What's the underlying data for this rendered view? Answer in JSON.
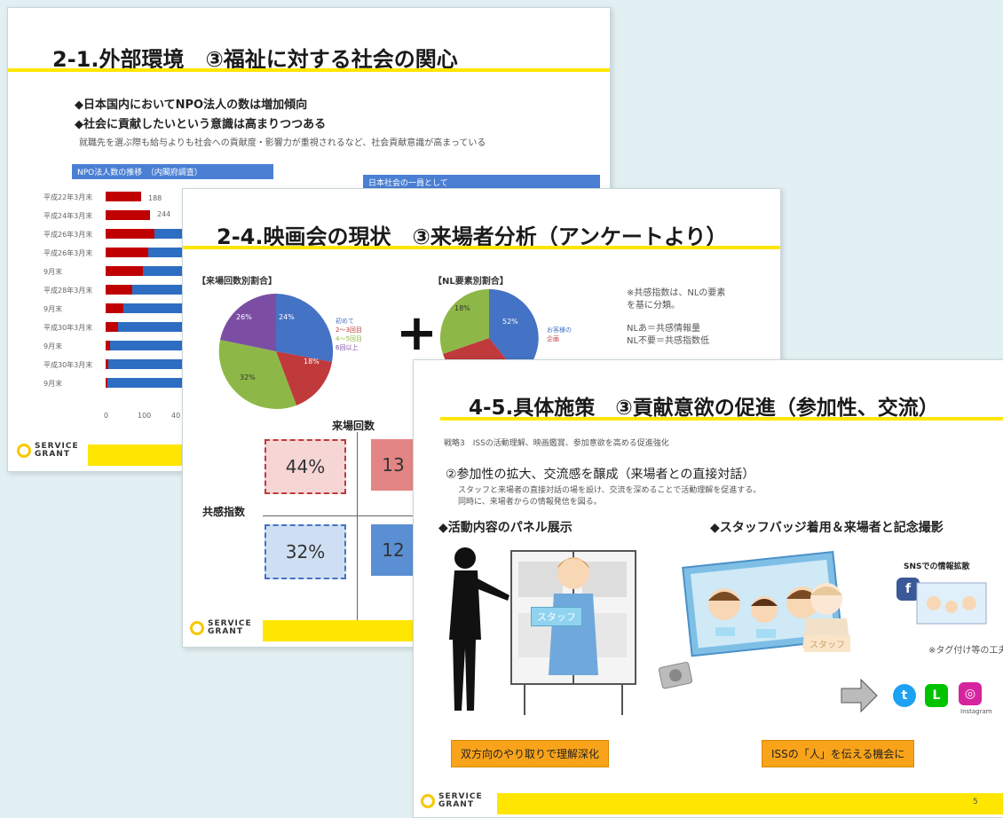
{
  "slide1": {
    "title": "2-1.外部環境　③福祉に対する社会の関心",
    "bullets": [
      "◆日本国内においてNPO法人の数は増加傾向",
      "◆社会に貢献したいという意識は高まりつつある"
    ],
    "note": "就職先を選ぶ際も給与よりも社会への貢献度・影響力が重視されるなど、社会貢献意識が高まっている",
    "chart_header": "NPO法人数の推移　（内閣府調査）",
    "right_header": "日本社会の一員として",
    "bar_labels": [
      "188",
      "244"
    ],
    "axis_ticks": [
      "0",
      "100",
      "40"
    ],
    "row_labels": [
      "平成22年3月末",
      "平成24年3月末",
      "平成26年3月末",
      "平成26年3月末",
      "9月末",
      "平成28年3月末",
      "9月末",
      "平成30年3月末",
      "9月末",
      "平成30年3月末",
      "9月末"
    ],
    "logo": "SERVICE\nGRANT"
  },
  "slide2": {
    "title": "2-4.映画会の現状　③来場者分析（アンケートより）",
    "pie1_label": "【来場回数別割合】",
    "pie2_label": "【NL要素別割合】",
    "pie1_values": [
      "24%",
      "18%",
      "32%",
      "26%"
    ],
    "pie2_values": [
      "52%",
      "18%"
    ],
    "legend1": [
      "初めて",
      "2〜3回目",
      "4〜5回目",
      "6回以上"
    ],
    "legend2": [
      "お客様の",
      "企画"
    ],
    "plus": "+",
    "notes": [
      "※共感指数は、NLの要素",
      "を基に分類。",
      "NLあ＝共感情報量",
      "NL不要＝共感指数低"
    ],
    "axis_v": "来場回数",
    "axis_h": "共感指数",
    "quads": [
      "44%",
      "13",
      "32%",
      "12"
    ],
    "logo": "SERVICE\nGRANT"
  },
  "slide3": {
    "title": "4-5.具体施策　③貢献意欲の促進（参加性、交流）",
    "subtitle": "戦略3　ISSの活動理解、映画鑑賞、参加意欲を高める促進強化",
    "heading": "②参加性の拡大、交流感を醸成（来場者との直接対話）",
    "desc": [
      "スタッフと来場者の直接対話の場を設け、交流を深めることで活動理解を促進する。",
      "同時に、来場者からの情報発信を図る。"
    ],
    "left_heading": "◆活動内容のパネル展示",
    "right_heading": "◆スタッフバッジ着用＆来場者と記念撮影",
    "staff_tag": "スタッフ",
    "staff_tag2": "スタッフ",
    "sns_label": "SNSでの情報拡散",
    "tag_note": "※タグ付け等の工夫",
    "box_left": "双方向のやり取りで理解深化",
    "box_right": "ISSの「人」を伝える機会に",
    "instagram": "Instagram",
    "page_num": "5",
    "logo": "SERVICE\nGRANT"
  }
}
